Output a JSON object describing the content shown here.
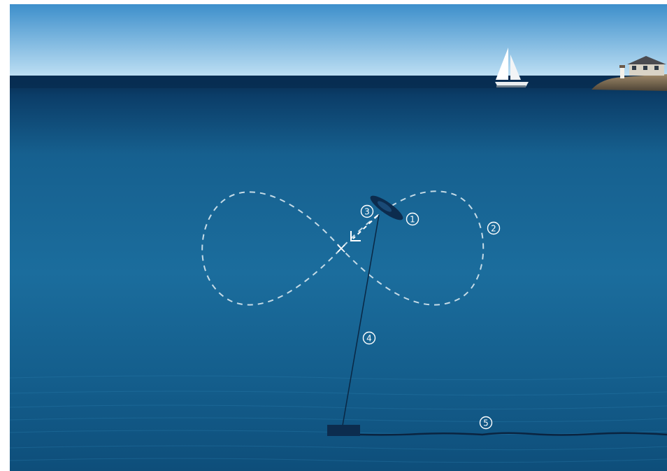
{
  "diagram": {
    "markers": [
      {
        "id": "1",
        "label": "1"
      },
      {
        "id": "2",
        "label": "2"
      },
      {
        "id": "3",
        "label": "3"
      },
      {
        "id": "4",
        "label": "4"
      },
      {
        "id": "5",
        "label": "5"
      }
    ],
    "colors": {
      "sky_top": "#3d8fcb",
      "sky_bottom": "#bfe0f4",
      "sea_surface": "#0a3a66",
      "sea_mid": "#1e6f9e",
      "sea_deep": "#0d4d7c",
      "path_stroke": "#d8e8f0",
      "kite_body": "#0c2c4e",
      "seabed_unit": "#0c2c4e"
    },
    "icons": [
      "sailboat-icon",
      "lighthouse-icon",
      "house-icon",
      "kite-icon",
      "direction-arrow-icon",
      "crossover-icon",
      "seabed-unit-icon"
    ]
  }
}
